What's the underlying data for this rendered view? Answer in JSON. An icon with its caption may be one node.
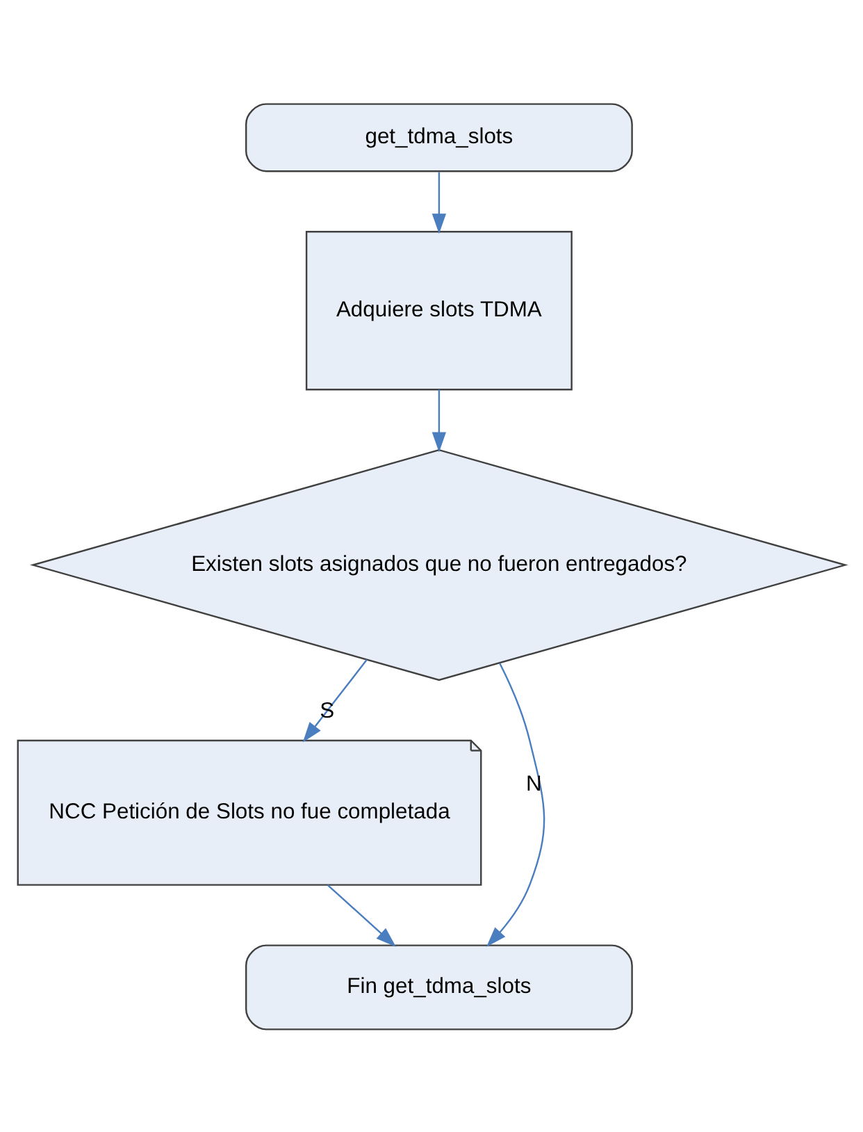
{
  "diagram": {
    "nodes": [
      {
        "text": [
          "get_tdma_slots"
        ]
      },
      {
        "text": [
          "Adquiere slots TDMA"
        ]
      },
      {
        "text": [
          "Existen slots asignados que no fueron entregados?"
        ]
      },
      {
        "text": [
          "NCC Petición de Slots no fue completada"
        ]
      },
      {
        "text": [
          "Fin get_tdma_slots"
        ]
      }
    ],
    "edges": [
      {
        "from": 0,
        "to": 1,
        "arrow": "to"
      },
      {
        "from": 1,
        "to": 2,
        "arrow": "to"
      },
      {
        "from": 2,
        "to": 3,
        "arrow": "to",
        "label": "S"
      },
      {
        "from": 2,
        "to": 4,
        "arrow": "to",
        "label": "N"
      },
      {
        "from": 3,
        "to": 4,
        "arrow": "to"
      }
    ]
  }
}
